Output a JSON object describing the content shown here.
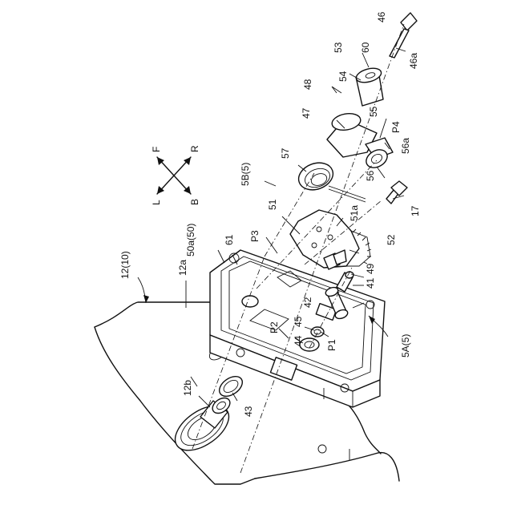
{
  "labels": {
    "l46": "46",
    "l46a": "46a",
    "l53": "53",
    "l60": "60",
    "l54": "54",
    "l48": "48",
    "l47": "47",
    "l55": "55",
    "lP4": "P4",
    "l56a": "56a",
    "l56": "56",
    "l57": "57",
    "l5B5": "5B(5)",
    "l17": "17",
    "l51": "51",
    "l51a": "51a",
    "lP3": "P3",
    "l52": "52",
    "l50a50": "50a(50)",
    "l61": "61",
    "l1210": "12(10)",
    "l12a": "12a",
    "l41": "41",
    "l49": "49",
    "l42": "42",
    "l45": "45",
    "lP2": "P2",
    "l44": "44",
    "lP1": "P1",
    "l5A5": "5A(5)",
    "l12b": "12b",
    "l43": "43"
  },
  "directions": {
    "front": "F",
    "rear": "R",
    "left": "L",
    "back": "B"
  }
}
